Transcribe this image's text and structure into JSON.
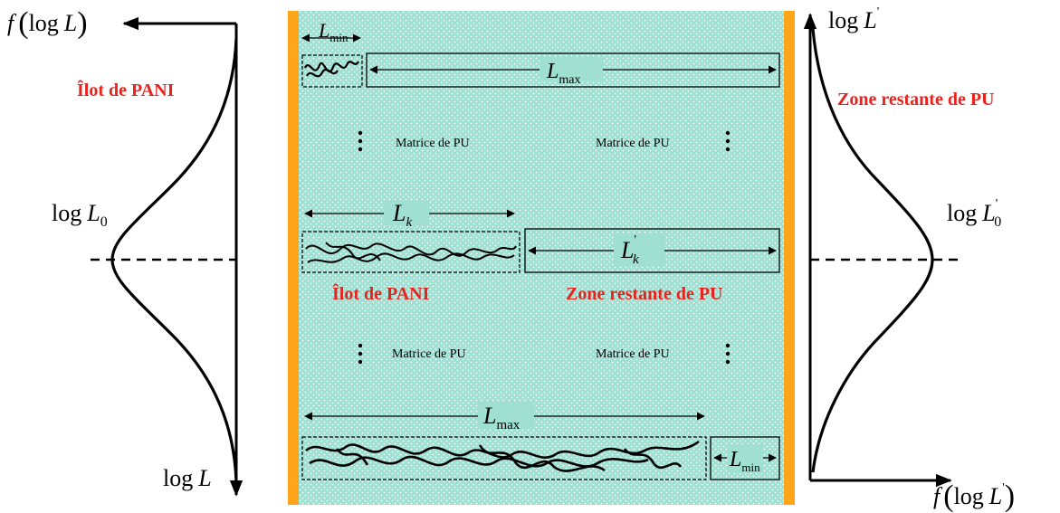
{
  "colors": {
    "matrix": "#9fe0d2",
    "matrix_dots": "#ffffff",
    "electrode": "#ffa51a",
    "red_label": "#e8231d",
    "line": "#000000"
  },
  "left_axis": {
    "top_label_f": "f",
    "top_label_paren_open": "(",
    "top_label_log": "log",
    "top_label_var": "L",
    "top_label_paren_close": ")",
    "bottom_label_log": "log",
    "bottom_label_var": "L",
    "peak_label_log": "log",
    "peak_label_var": "L",
    "peak_label_sub": "0",
    "island_label": "Îlot de PANI"
  },
  "right_axis": {
    "top_label_log": "log",
    "top_label_var": "L",
    "top_label_prime": "'",
    "bottom_label_f": "f",
    "bottom_label_paren_open": "(",
    "bottom_label_log": "log",
    "bottom_label_var": "L",
    "bottom_label_prime": "'",
    "bottom_label_paren_close": ")",
    "peak_label_log": "log",
    "peak_label_var": "L",
    "peak_label_prime": "'",
    "peak_label_sub": "0",
    "zone_label": "Zone restante de PU"
  },
  "center": {
    "matrix_label_1": "Matrice de PU",
    "matrix_label_2": "Matrice de PU",
    "matrix_label_3": "Matrice de PU",
    "matrix_label_4": "Matrice de PU",
    "row1_min_var": "L",
    "row1_min_sub": "min",
    "row1_max_var": "L",
    "row1_max_sub": "max",
    "row2_k_var": "L",
    "row2_k_sub": "k",
    "row2_kprime_var": "L",
    "row2_kprime_sub": "k",
    "row2_kprime_prime": "'",
    "row2_island_label": "Îlot de PANI",
    "row2_zone_label": "Zone restante de PU",
    "row3_max_var": "L",
    "row3_max_sub": "max",
    "row3_min_var": "L",
    "row3_min_sub": "min"
  }
}
